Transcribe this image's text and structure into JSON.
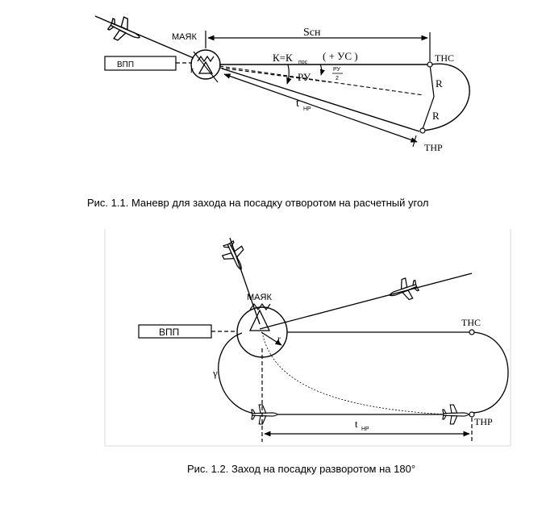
{
  "figure1": {
    "beacon_label": "МАЯК",
    "runway_label": "ВПП",
    "distance_label": "Sсн",
    "course_label": "К=К",
    "course_sub": "пос",
    "drift_label": "( + УС )",
    "turn_angle_label": "РУ",
    "half_angle_top": "РУ",
    "half_angle_bottom": "2",
    "radius_label": "r",
    "turn_radius_label_a": "R",
    "turn_radius_label_b": "R",
    "time_label": "t",
    "time_sub": "НР",
    "start_turn_label": "ТНС",
    "end_turn_label": "ТНР",
    "caption": "Рис. 1.1. Маневр для захода на посадку отворотом на расчетный угол"
  },
  "figure2": {
    "beacon_label": "МАЯК",
    "runway_label": "ВПП",
    "radius_label": "r",
    "gamma_label": "γ",
    "start_turn_label": "ТНС",
    "end_turn_label": "ТНР",
    "time_label": "t",
    "time_sub": "НР",
    "caption": "Рис. 1.2. Заход на посадку разворотом на 180°"
  }
}
